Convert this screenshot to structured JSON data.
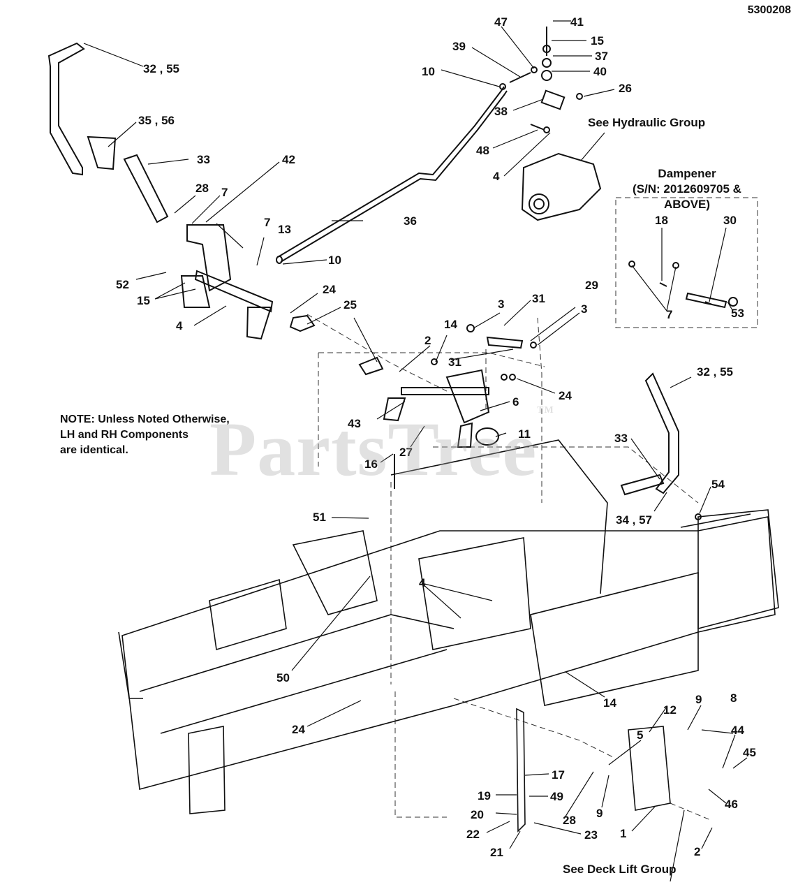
{
  "doc_number": "5300208",
  "watermark": "PartsTree",
  "watermark_tm": "TM",
  "note": "NOTE: Unless Noted Otherwise,\nLH and RH Components\nare identical.",
  "refs": {
    "hydraulic": "See Hydraulic Group",
    "deck_lift": "See Deck Lift Group"
  },
  "dampener": {
    "title": "Dampener",
    "serial": "(S/N: 2012609705 & ABOVE)"
  },
  "callouts": [
    {
      "id": "c41",
      "text": "41"
    },
    {
      "id": "c47",
      "text": "47"
    },
    {
      "id": "c15a",
      "text": "15"
    },
    {
      "id": "c39",
      "text": "39"
    },
    {
      "id": "c37",
      "text": "37"
    },
    {
      "id": "c10a",
      "text": "10"
    },
    {
      "id": "c40",
      "text": "40"
    },
    {
      "id": "c26",
      "text": "26"
    },
    {
      "id": "c38",
      "text": "38"
    },
    {
      "id": "c48",
      "text": "48"
    },
    {
      "id": "c4a",
      "text": "4"
    },
    {
      "id": "c3255a",
      "text": "32 , 55"
    },
    {
      "id": "c3556",
      "text": "35 , 56"
    },
    {
      "id": "c33a",
      "text": "33"
    },
    {
      "id": "c42",
      "text": "42"
    },
    {
      "id": "c28a",
      "text": "28"
    },
    {
      "id": "c7a",
      "text": "7"
    },
    {
      "id": "c36",
      "text": "36"
    },
    {
      "id": "c7b",
      "text": "7"
    },
    {
      "id": "c13",
      "text": "13"
    },
    {
      "id": "c10b",
      "text": "10"
    },
    {
      "id": "c52",
      "text": "52"
    },
    {
      "id": "c15b",
      "text": "15"
    },
    {
      "id": "c4b",
      "text": "4"
    },
    {
      "id": "c24a",
      "text": "24"
    },
    {
      "id": "c25",
      "text": "25"
    },
    {
      "id": "c18",
      "text": "18"
    },
    {
      "id": "c30",
      "text": "30"
    },
    {
      "id": "c7c",
      "text": "7"
    },
    {
      "id": "c53",
      "text": "53"
    },
    {
      "id": "c29",
      "text": "29"
    },
    {
      "id": "c3a",
      "text": "3"
    },
    {
      "id": "c31a",
      "text": "31"
    },
    {
      "id": "c3b",
      "text": "3"
    },
    {
      "id": "c14a",
      "text": "14"
    },
    {
      "id": "c2a",
      "text": "2"
    },
    {
      "id": "c31b",
      "text": "31"
    },
    {
      "id": "c24b",
      "text": "24"
    },
    {
      "id": "c6",
      "text": "6"
    },
    {
      "id": "c43",
      "text": "43"
    },
    {
      "id": "c11",
      "text": "11"
    },
    {
      "id": "c27",
      "text": "27"
    },
    {
      "id": "c16",
      "text": "16"
    },
    {
      "id": "c3255b",
      "text": "32 , 55"
    },
    {
      "id": "c33b",
      "text": "33"
    },
    {
      "id": "c54",
      "text": "54"
    },
    {
      "id": "c3457",
      "text": "34 , 57"
    },
    {
      "id": "c51",
      "text": "51"
    },
    {
      "id": "c4c",
      "text": "4"
    },
    {
      "id": "c50",
      "text": "50"
    },
    {
      "id": "c14b",
      "text": "14"
    },
    {
      "id": "c24c",
      "text": "24"
    },
    {
      "id": "c9a",
      "text": "9"
    },
    {
      "id": "c8",
      "text": "8"
    },
    {
      "id": "c5",
      "text": "5"
    },
    {
      "id": "c12",
      "text": "12"
    },
    {
      "id": "c44",
      "text": "44"
    },
    {
      "id": "c45",
      "text": "45"
    },
    {
      "id": "c17",
      "text": "17"
    },
    {
      "id": "c19",
      "text": "19"
    },
    {
      "id": "c49",
      "text": "49"
    },
    {
      "id": "c20",
      "text": "20"
    },
    {
      "id": "c28b",
      "text": "28"
    },
    {
      "id": "c9b",
      "text": "9"
    },
    {
      "id": "c46",
      "text": "46"
    },
    {
      "id": "c22",
      "text": "22"
    },
    {
      "id": "c23",
      "text": "23"
    },
    {
      "id": "c1",
      "text": "1"
    },
    {
      "id": "c21",
      "text": "21"
    },
    {
      "id": "c2b",
      "text": "2"
    }
  ]
}
